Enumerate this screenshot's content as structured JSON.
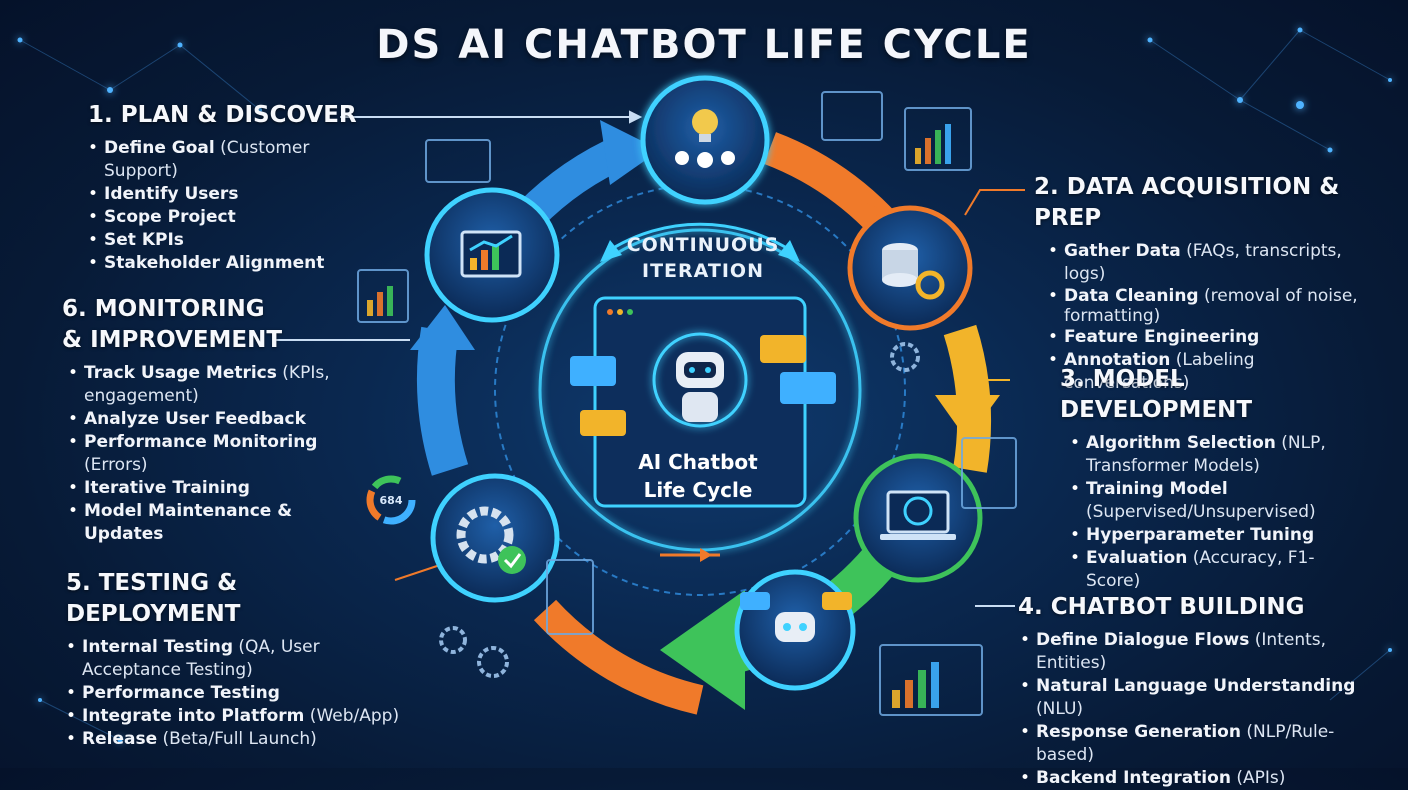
{
  "title": "DS AI CHATBOT LIFE CYCLE",
  "center": {
    "continuous_line1": "CONTINUOUS",
    "continuous_line2": "ITERATION",
    "label_line1": "AI Chatbot",
    "label_line2": "Life Cycle",
    "gauge_value": "684"
  },
  "stages": [
    {
      "title": "1. PLAN & DISCOVER",
      "items": [
        {
          "bold": "Define Goal",
          "rest": " (Customer Support)"
        },
        {
          "bold": "Identify Users",
          "rest": ""
        },
        {
          "bold": "Scope Project",
          "rest": ""
        },
        {
          "bold": "Set KPIs",
          "rest": ""
        },
        {
          "bold": "Stakeholder Alignment",
          "rest": ""
        }
      ]
    },
    {
      "title": "2. DATA ACQUISITION & PREP",
      "items": [
        {
          "bold": "Gather Data",
          "rest": " (FAQs, transcripts, logs)"
        },
        {
          "bold": "Data Cleaning",
          "rest": " (removal of noise, formatting)"
        },
        {
          "bold": "Feature Engineering",
          "rest": ""
        },
        {
          "bold": "Annotation",
          "rest": " (Labeling conversations)"
        }
      ]
    },
    {
      "title": "3. MODEL DEVELOPMENT",
      "items": [
        {
          "bold": "Algorithm Selection",
          "rest": " (NLP, Transformer Models)"
        },
        {
          "bold": "Training Model",
          "rest": " (Supervised/Unsupervised)"
        },
        {
          "bold": "Hyperparameter Tuning",
          "rest": ""
        },
        {
          "bold": "Evaluation",
          "rest": " (Accuracy, F1-Score)"
        }
      ]
    },
    {
      "title": "4. CHATBOT BUILDING",
      "items": [
        {
          "bold": "Define Dialogue Flows",
          "rest": " (Intents, Entities)"
        },
        {
          "bold": "Natural Language Understanding",
          "rest": " (NLU)"
        },
        {
          "bold": "Response Generation",
          "rest": " (NLP/Rule-based)"
        },
        {
          "bold": "Backend Integration",
          "rest": " (APIs)"
        }
      ]
    },
    {
      "title": "5. TESTING & DEPLOYMENT",
      "items": [
        {
          "bold": "Internal Testing",
          "rest": " (QA, User Acceptance Testing)"
        },
        {
          "bold": "Performance Testing",
          "rest": ""
        },
        {
          "bold": "Integrate into Platform",
          "rest": " (Web/App)"
        },
        {
          "bold": "Release",
          "rest": " (Beta/Full Launch)"
        }
      ]
    },
    {
      "title": "6. MONITORING & IMPROVEMENT",
      "items": [
        {
          "bold": "Track Usage Metrics",
          "rest": " (KPIs, engagement)"
        },
        {
          "bold": "Analyze User Feedback",
          "rest": ""
        },
        {
          "bold": "Performance Monitoring",
          "rest": " (Errors)"
        },
        {
          "bold": "Iterative Training",
          "rest": ""
        },
        {
          "bold": "Model Maintenance & Updates",
          "rest": ""
        }
      ]
    }
  ],
  "colors": {
    "background": "#0a2850",
    "accent_cyan": "#3fd2ff",
    "arrow_orange": "#f07a2a",
    "arrow_yellow": "#f2b42a",
    "arrow_green": "#3ec35a",
    "arrow_blue": "#2f8de0"
  },
  "icons": {
    "plan": "lightbulb-team-icon",
    "data": "database-gear-icon",
    "model": "ai-brain-laptop-icon",
    "building": "robot-chat-icon",
    "testing": "gear-check-icon",
    "monitoring": "chart-analytics-icon",
    "center": "robot-browser-icon"
  }
}
